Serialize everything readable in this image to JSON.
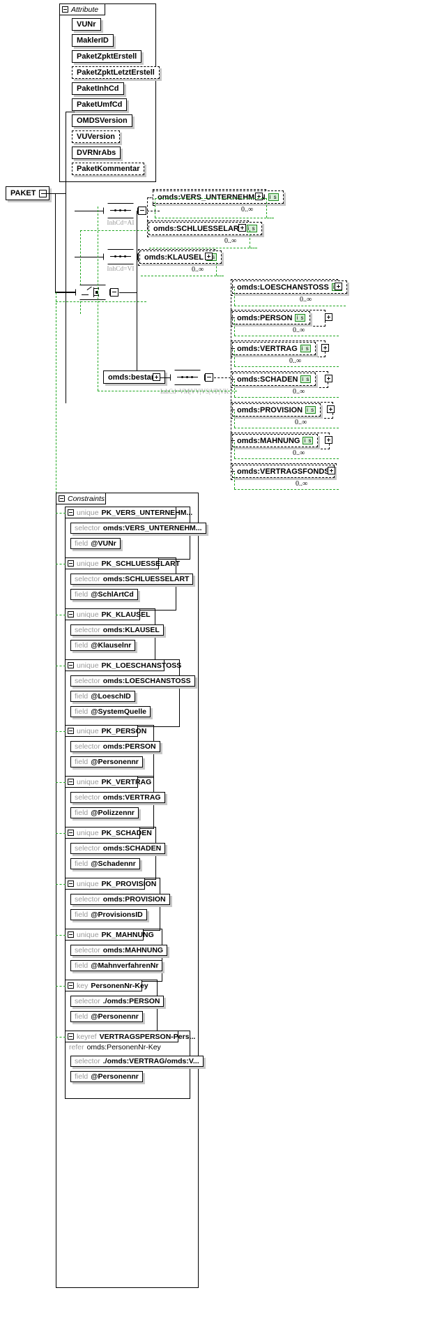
{
  "diagram": {
    "type": "xml-schema-diagram",
    "root_element": "PAKET",
    "groups": {
      "attribute_title": "Attribute",
      "constraints_title": "Constraints"
    }
  },
  "attributes": [
    {
      "name": "VUNr",
      "optional": false
    },
    {
      "name": "MaklerID",
      "optional": false
    },
    {
      "name": "PaketZpktErstell",
      "optional": false
    },
    {
      "name": "PaketZpktLetztErstell",
      "optional": true
    },
    {
      "name": "PaketInhCd",
      "optional": false
    },
    {
      "name": "PaketUmfCd",
      "optional": false
    },
    {
      "name": "OMDSVersion",
      "optional": false
    },
    {
      "name": "VUVersion",
      "optional": true
    },
    {
      "name": "DVRNrAbs",
      "optional": false
    },
    {
      "name": "PaketKommentar",
      "optional": true
    }
  ],
  "compositors": {
    "seq_ai_label": "InhCd=AI",
    "seq_vi_label": "InhCd=VI",
    "seq_bestand_label": "InhCd=VM|VV|VS|VP|VK",
    "choice_label": ""
  },
  "branch_ai": {
    "children": [
      {
        "name": "omds:VERS_UNTERNEHMEN",
        "occurs": "0..∞",
        "type_icon": "i s",
        "expandable": true
      },
      {
        "name": "omds:SCHLUESSELART",
        "occurs": "0..∞",
        "type_icon": "i s",
        "expandable": true
      }
    ]
  },
  "branch_vi": {
    "children": [
      {
        "name": "omds:KLAUSEL",
        "occurs": "0..∞",
        "type_icon": "i s",
        "expandable": true
      }
    ]
  },
  "bestand": {
    "name": "omds:bestand",
    "children": [
      {
        "name": "omds:LOESCHANSTOSS",
        "occurs": "0..∞",
        "type_icon": "i s",
        "expandable": true
      },
      {
        "name": "omds:PERSON",
        "occurs": "0..∞",
        "type_icon": "i s",
        "expandable": true
      },
      {
        "name": "omds:VERTRAG",
        "occurs": "0..∞",
        "type_icon": "i s",
        "expandable": true
      },
      {
        "name": "omds:SCHADEN",
        "occurs": "0..∞",
        "type_icon": "i s",
        "expandable": true
      },
      {
        "name": "omds:PROVISION",
        "occurs": "0..∞",
        "type_icon": "i s",
        "expandable": true
      },
      {
        "name": "omds:MAHNUNG",
        "occurs": "0..∞",
        "type_icon": "i s",
        "expandable": true
      },
      {
        "name": "omds:VERTRAGSFONDS",
        "occurs": "0..∞",
        "type_icon": "",
        "expandable": true
      }
    ]
  },
  "constraints": [
    {
      "kind": "unique",
      "name": "PK_VERS_UNTERNEHM...",
      "selector_label": "selector",
      "selector": "omds:VERS_UNTERNEHM...",
      "fields": [
        {
          "label": "field",
          "value": "@VUNr"
        }
      ]
    },
    {
      "kind": "unique",
      "name": "PK_SCHLUESSELART",
      "selector_label": "selector",
      "selector": "omds:SCHLUESSELART",
      "fields": [
        {
          "label": "field",
          "value": "@SchlArtCd"
        }
      ]
    },
    {
      "kind": "unique",
      "name": "PK_KLAUSEL",
      "selector_label": "selector",
      "selector": "omds:KLAUSEL",
      "fields": [
        {
          "label": "field",
          "value": "@Klauselnr"
        }
      ]
    },
    {
      "kind": "unique",
      "name": "PK_LOESCHANSTOSS",
      "selector_label": "selector",
      "selector": "omds:LOESCHANSTOSS",
      "fields": [
        {
          "label": "field",
          "value": "@LoeschID"
        },
        {
          "label": "field",
          "value": "@SystemQuelle"
        }
      ]
    },
    {
      "kind": "unique",
      "name": "PK_PERSON",
      "selector_label": "selector",
      "selector": "omds:PERSON",
      "fields": [
        {
          "label": "field",
          "value": "@Personennr"
        }
      ]
    },
    {
      "kind": "unique",
      "name": "PK_VERTRAG",
      "selector_label": "selector",
      "selector": "omds:VERTRAG",
      "fields": [
        {
          "label": "field",
          "value": "@Polizzennr"
        }
      ]
    },
    {
      "kind": "unique",
      "name": "PK_SCHADEN",
      "selector_label": "selector",
      "selector": "omds:SCHADEN",
      "fields": [
        {
          "label": "field",
          "value": "@Schadennr"
        }
      ]
    },
    {
      "kind": "unique",
      "name": "PK_PROVISION",
      "selector_label": "selector",
      "selector": "omds:PROVISION",
      "fields": [
        {
          "label": "field",
          "value": "@ProvisionsID"
        }
      ]
    },
    {
      "kind": "unique",
      "name": "PK_MAHNUNG",
      "selector_label": "selector",
      "selector": "omds:MAHNUNG",
      "fields": [
        {
          "label": "field",
          "value": "@MahnverfahrenNr"
        }
      ]
    },
    {
      "kind": "key",
      "name": "PersonenNr-Key",
      "selector_label": "selector",
      "selector": "./omds:PERSON",
      "fields": [
        {
          "label": "field",
          "value": "@Personennr"
        }
      ]
    },
    {
      "kind": "keyref",
      "name": "VERTRAGSPERSON-Pers...",
      "refer_label": "refer",
      "refer": "omds:PersonenNr-Key",
      "selector_label": "selector",
      "selector": "./omds:VERTRAG/omds:V...",
      "fields": [
        {
          "label": "field",
          "value": "@Personennr"
        }
      ]
    }
  ],
  "colors": {
    "green": "#1ea61e",
    "shadow": "#c8c8c8",
    "type_icon_bg": "#d9f0d9"
  }
}
